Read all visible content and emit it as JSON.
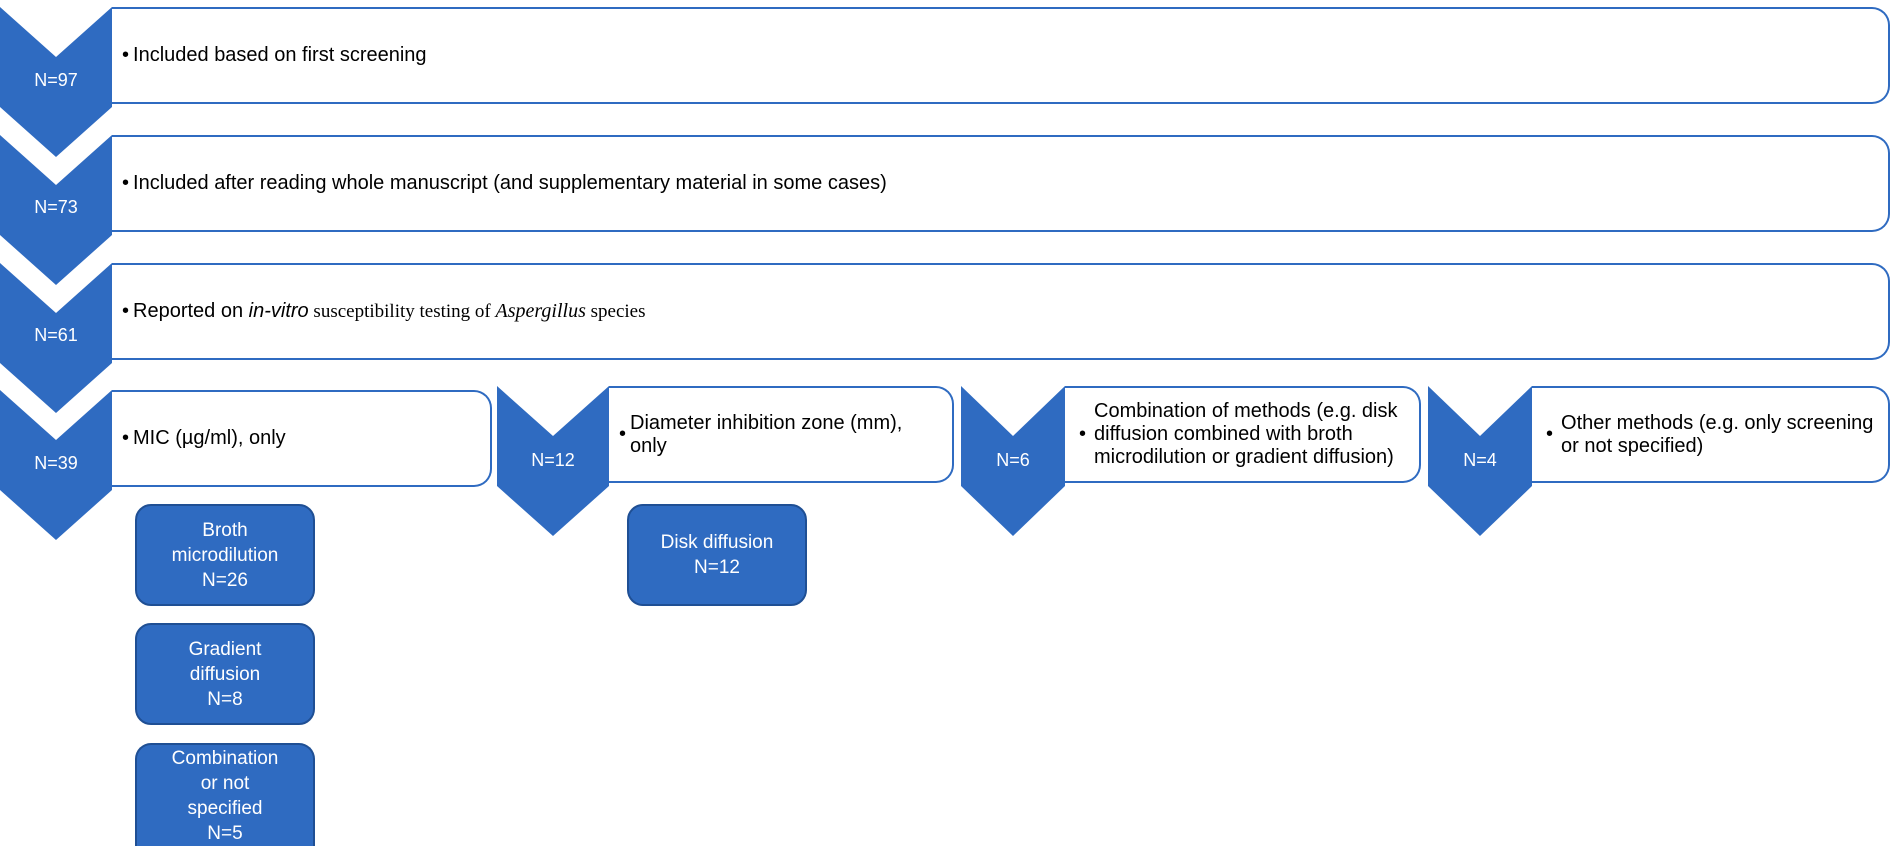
{
  "colors": {
    "accent": "#2f6bc1",
    "border_dark": "#1f4f94",
    "text": "#000000",
    "background": "#ffffff"
  },
  "bullet": "•",
  "levels": [
    {
      "count": "N=97",
      "text": "Included based on first screening"
    },
    {
      "count": "N=73",
      "text": "Included after reading whole manuscript (and supplementary material in some cases)"
    },
    {
      "count": "N=61",
      "text_prefix": "Reported on ",
      "text_em1": "in-vitro",
      "text_mid": " susceptibility testing of ",
      "text_em2": "Aspergillus",
      "text_suffix": " species"
    }
  ],
  "categories": [
    {
      "count": "N=39",
      "text": "MIC (µg/ml), only"
    },
    {
      "count": "N=12",
      "text": "Diameter inhibition zone (mm), only"
    },
    {
      "count": "N=6",
      "text": "Combination of methods (e.g. disk diffusion combined with broth microdilution or gradient diffusion)"
    },
    {
      "count": "N=4",
      "text": "Other methods (e.g. only screening or not specified)"
    }
  ],
  "methods": {
    "broth": {
      "line1": "Broth",
      "line2": "microdilution",
      "count": "N=26"
    },
    "gradient": {
      "line1": "Gradient",
      "line2": "diffusion",
      "count": "N=8"
    },
    "combination": {
      "line1": "Combination",
      "line2": "or not",
      "line3": "specified",
      "count": "N=5"
    },
    "disk": {
      "line1": "Disk diffusion",
      "count": "N=12"
    }
  }
}
